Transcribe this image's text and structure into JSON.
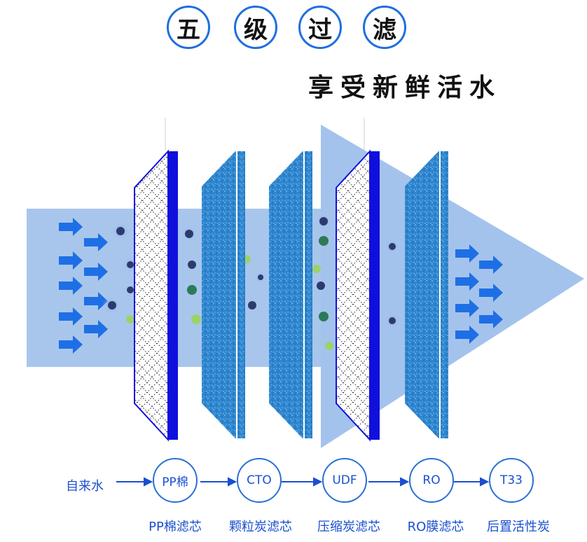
{
  "title": {
    "chars": [
      "五",
      "级",
      "过",
      "滤"
    ],
    "subtitle": "享受新鲜活水"
  },
  "flow": {
    "source": "自来水",
    "stages": [
      {
        "code": "PP棉",
        "label": "PP棉滤芯"
      },
      {
        "code": "CTO",
        "label": "颗粒炭滤芯"
      },
      {
        "code": "UDF",
        "label": "压缩炭滤芯"
      },
      {
        "code": "RO",
        "label": "RO膜滤芯"
      },
      {
        "code": "T33",
        "label": "后置活性炭"
      }
    ]
  },
  "colors": {
    "accent": "#1f6fe0",
    "flow_band": "#a8c6ec",
    "arrow": "#1e6fe6",
    "filter_edge": "#1010dd",
    "carbon": "#2a7fc8"
  }
}
